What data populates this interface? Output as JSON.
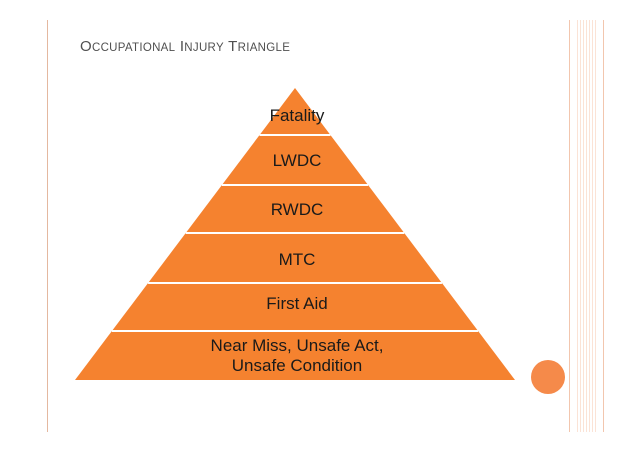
{
  "title": {
    "words": [
      {
        "cap": "O",
        "rest": "CCUPATIONAL"
      },
      {
        "cap": "I",
        "rest": "NJURY"
      },
      {
        "cap": "T",
        "rest": "RIANGLE"
      }
    ]
  },
  "pyramid": {
    "fill": "#f5822f",
    "divider": "#ffffff",
    "text_color": "#1a1a1a",
    "levels": [
      {
        "lines": [
          "Fatality"
        ]
      },
      {
        "lines": [
          "LWDC"
        ]
      },
      {
        "lines": [
          "RWDC"
        ]
      },
      {
        "lines": [
          "MTC"
        ]
      },
      {
        "lines": [
          "First Aid"
        ]
      },
      {
        "lines": [
          "Near Miss, Unsafe Act,",
          "Unsafe Condition"
        ]
      }
    ]
  },
  "accent_color": "#f58a4a"
}
